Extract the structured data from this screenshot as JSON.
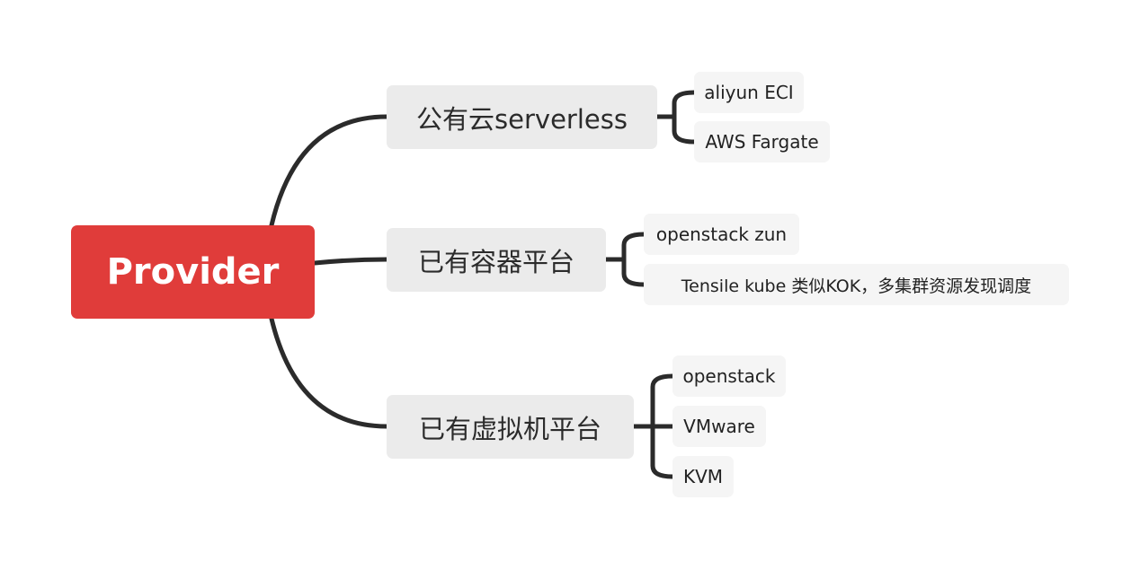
{
  "root": {
    "label": "Provider"
  },
  "branches": [
    {
      "label": "公有云serverless",
      "children": [
        "aliyun ECI",
        "AWS Fargate"
      ]
    },
    {
      "label": "已有容器平台",
      "children": [
        "openstack zun",
        "Tensile kube 类似KOK，多集群资源发现调度"
      ]
    },
    {
      "label": "已有虚拟机平台",
      "children": [
        "openstack",
        "VMware",
        "KVM"
      ]
    }
  ],
  "colors": {
    "root": "#e03c3a",
    "branch_bg": "#ebebeb",
    "leaf_bg": "#f5f5f5",
    "connector": "#2b2b2b"
  }
}
